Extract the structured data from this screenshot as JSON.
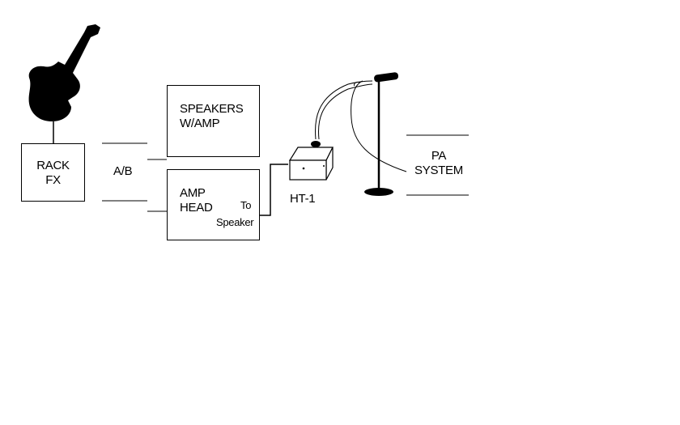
{
  "diagram": {
    "rack_fx": {
      "line1": "RACK",
      "line2": "FX"
    },
    "ab_switch": {
      "label": "A/B"
    },
    "speakers_w_amp": {
      "line1": "SPEAKERS",
      "line2": "W/AMP"
    },
    "amp_head": {
      "line1": "AMP",
      "line2": "HEAD",
      "to_speaker_line1": "To",
      "to_speaker_line2": "Speaker"
    },
    "ht1": {
      "label": "HT-1"
    },
    "pa_system": {
      "line1": "PA",
      "line2": "SYSTEM"
    }
  }
}
